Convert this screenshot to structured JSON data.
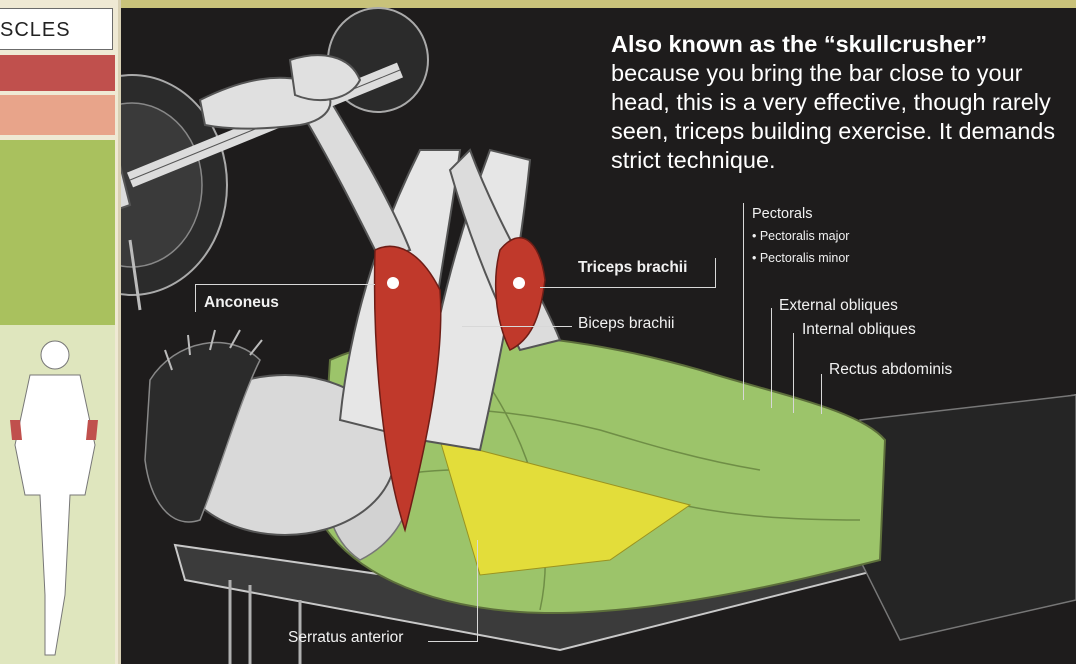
{
  "key": {
    "header_text": "SCLES",
    "swatch_colors": [
      "#c0504d",
      "#e8a48a",
      "#a9c15e",
      "#c9d88e"
    ]
  },
  "intro": {
    "lead": "Also known as the “skullcrusher”",
    "body": "because you bring the bar close to your head, this is a very effective, though rarely seen, triceps building exercise. It demands strict technique."
  },
  "labels": {
    "triceps": "Triceps brachii",
    "anconeus": "Anconeus",
    "biceps": "Biceps brachii",
    "pectorals": "Pectorals",
    "pec_major": "• Pectoralis major",
    "pec_minor": "• Pectoralis minor",
    "external_obliques": "External obliques",
    "internal_obliques": "Internal obliques",
    "rectus": "Rectus abdominis",
    "serratus": "Serratus anterior"
  },
  "colors": {
    "background": "#1e1c1c",
    "primary_muscle": "#c0392b",
    "secondary_muscle": "#8fc45a",
    "tertiary_muscle": "#e8e04a"
  }
}
